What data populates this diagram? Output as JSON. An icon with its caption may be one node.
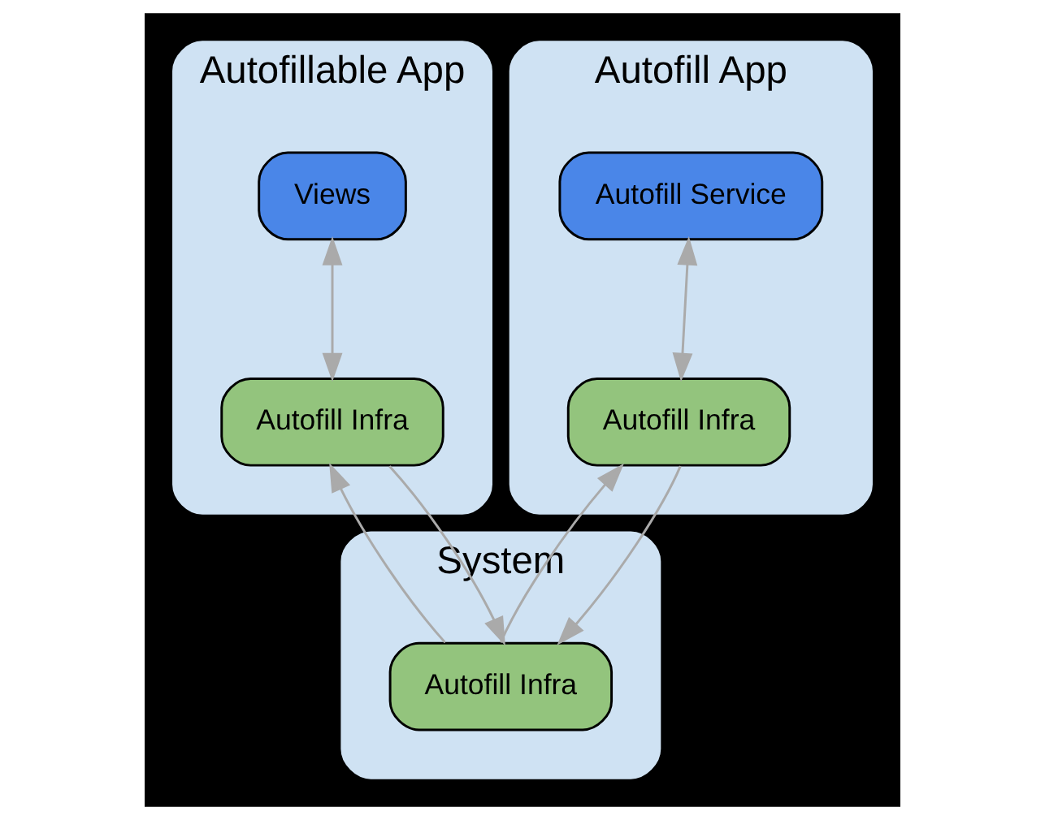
{
  "diagram": {
    "nodes": [
      {
        "text": [
          "Autofillable App"
        ]
      },
      {
        "text": [
          "Views"
        ],
        "in": 0
      },
      {
        "text": [
          "Autofill Infra"
        ],
        "in": 0
      },
      {
        "text": [
          "Autofill App"
        ]
      },
      {
        "text": [
          "Autofill Service"
        ],
        "in": 3
      },
      {
        "text": [
          "Autofill Infra"
        ],
        "in": 3
      },
      {
        "text": [
          "System"
        ]
      },
      {
        "text": [
          "Autofill Infra"
        ],
        "in": 6
      }
    ],
    "edges": [
      {
        "from": 1,
        "to": 2,
        "arrow": "both"
      },
      {
        "from": 4,
        "to": 5,
        "arrow": "both"
      },
      {
        "from": 2,
        "to": 7,
        "arrow": "to"
      },
      {
        "from": 7,
        "to": 2,
        "arrow": "to"
      },
      {
        "from": 5,
        "to": 7,
        "arrow": "to"
      },
      {
        "from": 7,
        "to": 5,
        "arrow": "to"
      }
    ]
  }
}
